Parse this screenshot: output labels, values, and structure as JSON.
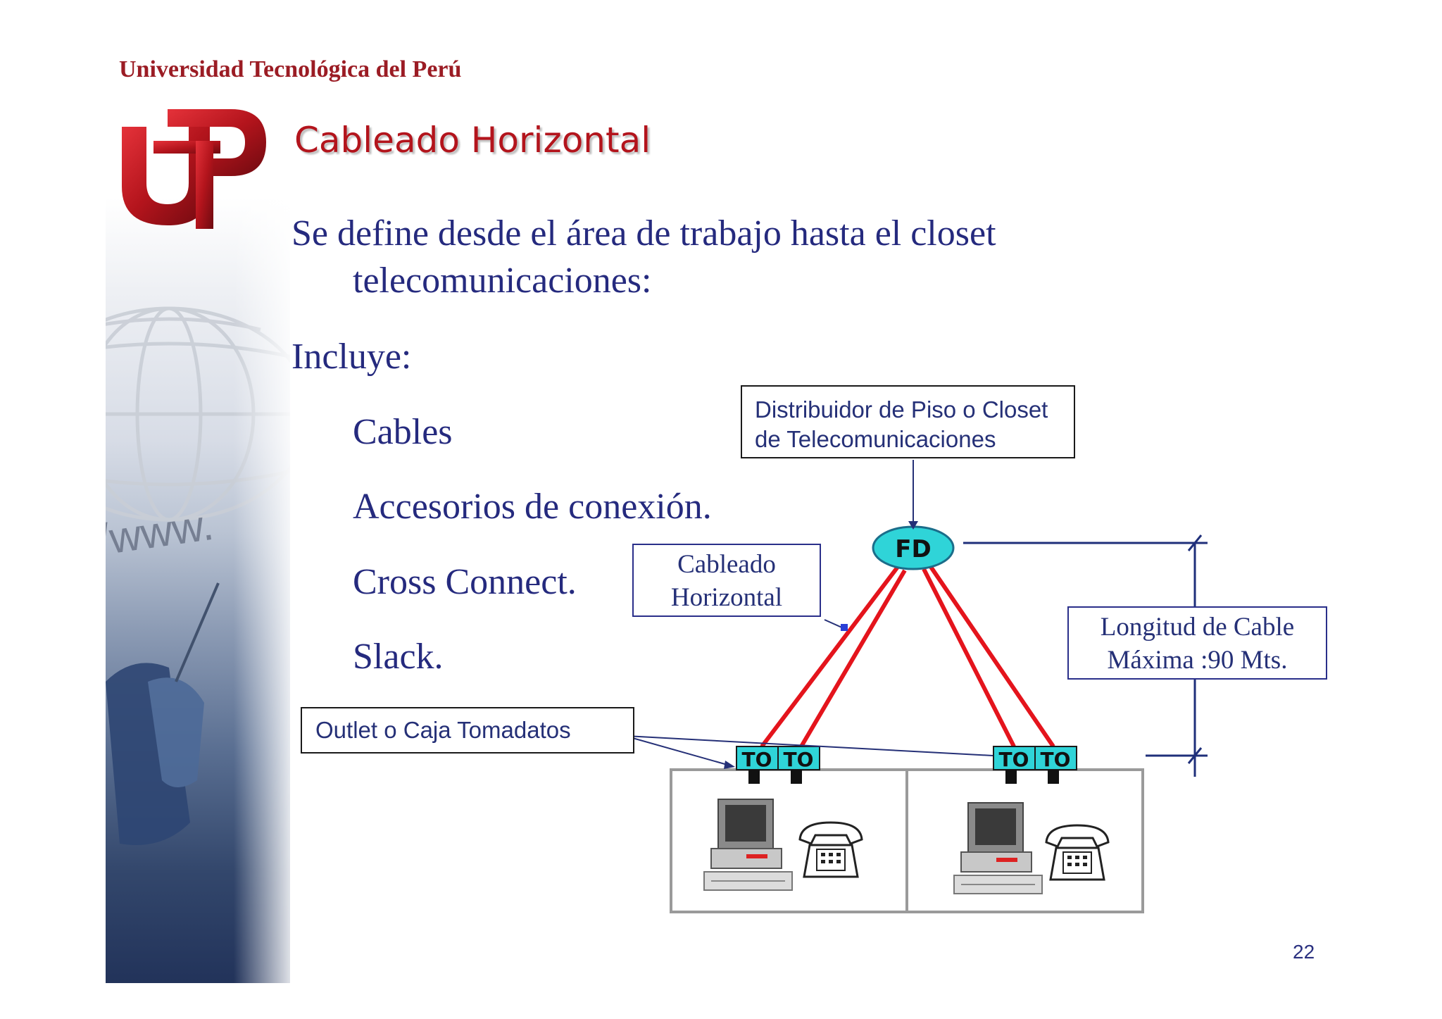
{
  "header": {
    "university": "Universidad Tecnológica del Perú",
    "logo_letters": "UTP"
  },
  "slide": {
    "title": "Cableado Horizontal",
    "intro_line1": "Se define desde el área de trabajo hasta el closet",
    "intro_line2": "telecomunicaciones:",
    "includes_label": "Incluye:",
    "items": [
      "Cables",
      "Accesorios de conexión.",
      "Cross Connect.",
      "Slack."
    ],
    "page_number": "22"
  },
  "diagram": {
    "fd_box": {
      "line1": "Distribuidor de Piso o Closet",
      "line2": "de Telecomunicaciones"
    },
    "fd_node": "FD",
    "horizontal_box": {
      "line1": "Cableado",
      "line2": "Horizontal"
    },
    "length_box": {
      "line1": "Longitud de Cable",
      "line2": "Máxima :90 Mts."
    },
    "outlet_box": "Outlet o Caja Tomadatos",
    "outlets": [
      "TO",
      "TO",
      "TO",
      "TO"
    ],
    "colors": {
      "cable": "#e4141c",
      "outlet": "#2fd4d8",
      "fd": "#2fd4d8",
      "line": "#1f2f7a"
    }
  }
}
